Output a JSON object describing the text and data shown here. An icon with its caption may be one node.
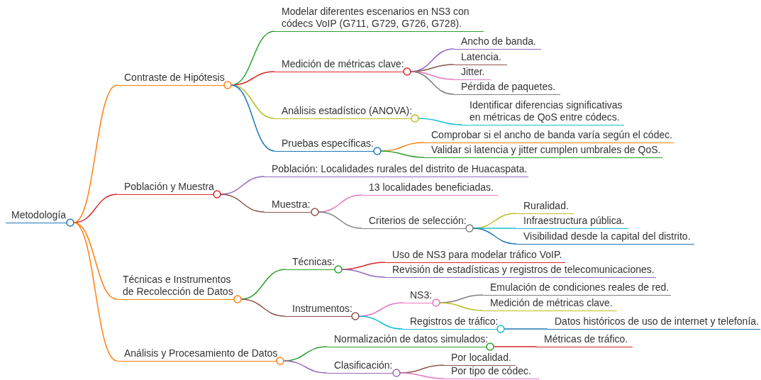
{
  "diagram": {
    "nodes": [
      {
        "text": [
          "Metodología"
        ]
      },
      {
        "text": [
          "Contraste de Hipótesis"
        ]
      },
      {
        "text": [
          "Modelar diferentes escenarios en NS3 con códecs VoIP (G711, G729, G726, G728)."
        ]
      },
      {
        "text": [
          "Medición de métricas clave:"
        ]
      },
      {
        "text": [
          "Ancho de banda."
        ]
      },
      {
        "text": [
          "Latencia."
        ]
      },
      {
        "text": [
          "Jitter."
        ]
      },
      {
        "text": [
          "Pérdida de paquetes."
        ]
      },
      {
        "text": [
          "Análisis estadístico (ANOVA):"
        ]
      },
      {
        "text": [
          "Identificar diferencias significativas en métricas de QoS entre códecs."
        ]
      },
      {
        "text": [
          "Pruebas específicas:"
        ]
      },
      {
        "text": [
          "Comprobar si el ancho de banda varía según el códec."
        ]
      },
      {
        "text": [
          "Validar si latencia y jitter cumplen umbrales de QoS."
        ]
      },
      {
        "text": [
          "Población y Muestra"
        ]
      },
      {
        "text": [
          "Población: Localidades rurales del distrito de Huacaspata."
        ]
      },
      {
        "text": [
          "Muestra:"
        ]
      },
      {
        "text": [
          "13 localidades beneficiadas."
        ]
      },
      {
        "text": [
          "Criterios de selección:"
        ]
      },
      {
        "text": [
          "Ruralidad."
        ]
      },
      {
        "text": [
          "Infraestructura pública."
        ]
      },
      {
        "text": [
          "Visibilidad desde la capital del distrito."
        ]
      },
      {
        "text": [
          "Técnicas e Instrumentos de Recolección de Datos"
        ]
      },
      {
        "text": [
          "Técnicas:"
        ]
      },
      {
        "text": [
          "Uso de NS3 para modelar tráfico VoIP."
        ]
      },
      {
        "text": [
          "Revisión de estadísticas y registros de telecomunicaciones."
        ]
      },
      {
        "text": [
          "Instrumentos:"
        ]
      },
      {
        "text": [
          "NS3:"
        ]
      },
      {
        "text": [
          "Emulación de condiciones reales de red."
        ]
      },
      {
        "text": [
          "Medición de métricas clave."
        ]
      },
      {
        "text": [
          "Registros de tráfico:"
        ]
      },
      {
        "text": [
          "Datos históricos de uso de internet y telefonía."
        ]
      },
      {
        "text": [
          "Análisis y Procesamiento de Datos"
        ]
      },
      {
        "text": [
          "Normalización de datos simulados:"
        ]
      },
      {
        "text": [
          "Métricas de tráfico."
        ]
      },
      {
        "text": [
          "Clasificación:"
        ]
      },
      {
        "text": [
          "Por localidad."
        ]
      },
      {
        "text": [
          "Por tipo de códec."
        ]
      }
    ],
    "edges": [
      {
        "from": 0,
        "to": 1,
        "arrow": "none",
        "color": "#ff7f0e"
      },
      {
        "from": 1,
        "to": 2,
        "arrow": "none",
        "color": "#2ca02c"
      },
      {
        "from": 1,
        "to": 3,
        "arrow": "none",
        "color": "#d62728"
      },
      {
        "from": 3,
        "to": 4,
        "arrow": "none",
        "color": "#9467bd"
      },
      {
        "from": 3,
        "to": 5,
        "arrow": "none",
        "color": "#8c564b"
      },
      {
        "from": 3,
        "to": 6,
        "arrow": "none",
        "color": "#e377c2"
      },
      {
        "from": 3,
        "to": 7,
        "arrow": "none",
        "color": "#7f7f7f"
      },
      {
        "from": 1,
        "to": 8,
        "arrow": "none",
        "color": "#bcbd22"
      },
      {
        "from": 8,
        "to": 9,
        "arrow": "none",
        "color": "#17becf"
      },
      {
        "from": 1,
        "to": 10,
        "arrow": "none",
        "color": "#1f77b4"
      },
      {
        "from": 10,
        "to": 11,
        "arrow": "none",
        "color": "#ff7f0e"
      },
      {
        "from": 10,
        "to": 12,
        "arrow": "none",
        "color": "#2ca02c"
      },
      {
        "from": 0,
        "to": 13,
        "arrow": "none",
        "color": "#d62728"
      },
      {
        "from": 13,
        "to": 14,
        "arrow": "none",
        "color": "#9467bd"
      },
      {
        "from": 13,
        "to": 15,
        "arrow": "none",
        "color": "#8c564b"
      },
      {
        "from": 15,
        "to": 16,
        "arrow": "none",
        "color": "#e377c2"
      },
      {
        "from": 15,
        "to": 17,
        "arrow": "none",
        "color": "#7f7f7f"
      },
      {
        "from": 17,
        "to": 18,
        "arrow": "none",
        "color": "#bcbd22"
      },
      {
        "from": 17,
        "to": 19,
        "arrow": "none",
        "color": "#17becf"
      },
      {
        "from": 17,
        "to": 20,
        "arrow": "none",
        "color": "#1f77b4"
      },
      {
        "from": 0,
        "to": 21,
        "arrow": "none",
        "color": "#ff7f0e"
      },
      {
        "from": 21,
        "to": 22,
        "arrow": "none",
        "color": "#2ca02c"
      },
      {
        "from": 22,
        "to": 23,
        "arrow": "none",
        "color": "#d62728"
      },
      {
        "from": 22,
        "to": 24,
        "arrow": "none",
        "color": "#9467bd"
      },
      {
        "from": 21,
        "to": 25,
        "arrow": "none",
        "color": "#8c564b"
      },
      {
        "from": 25,
        "to": 26,
        "arrow": "none",
        "color": "#e377c2"
      },
      {
        "from": 26,
        "to": 27,
        "arrow": "none",
        "color": "#7f7f7f"
      },
      {
        "from": 26,
        "to": 28,
        "arrow": "none",
        "color": "#bcbd22"
      },
      {
        "from": 25,
        "to": 29,
        "arrow": "none",
        "color": "#17becf"
      },
      {
        "from": 29,
        "to": 30,
        "arrow": "none",
        "color": "#1f77b4"
      },
      {
        "from": 0,
        "to": 31,
        "arrow": "none",
        "color": "#ff7f0e"
      },
      {
        "from": 31,
        "to": 32,
        "arrow": "none",
        "color": "#2ca02c"
      },
      {
        "from": 32,
        "to": 33,
        "arrow": "none",
        "color": "#d62728"
      },
      {
        "from": 31,
        "to": 34,
        "arrow": "none",
        "color": "#9467bd"
      },
      {
        "from": 34,
        "to": 35,
        "arrow": "none",
        "color": "#8c564b"
      },
      {
        "from": 34,
        "to": 36,
        "arrow": "none",
        "color": "#e377c2"
      }
    ]
  }
}
